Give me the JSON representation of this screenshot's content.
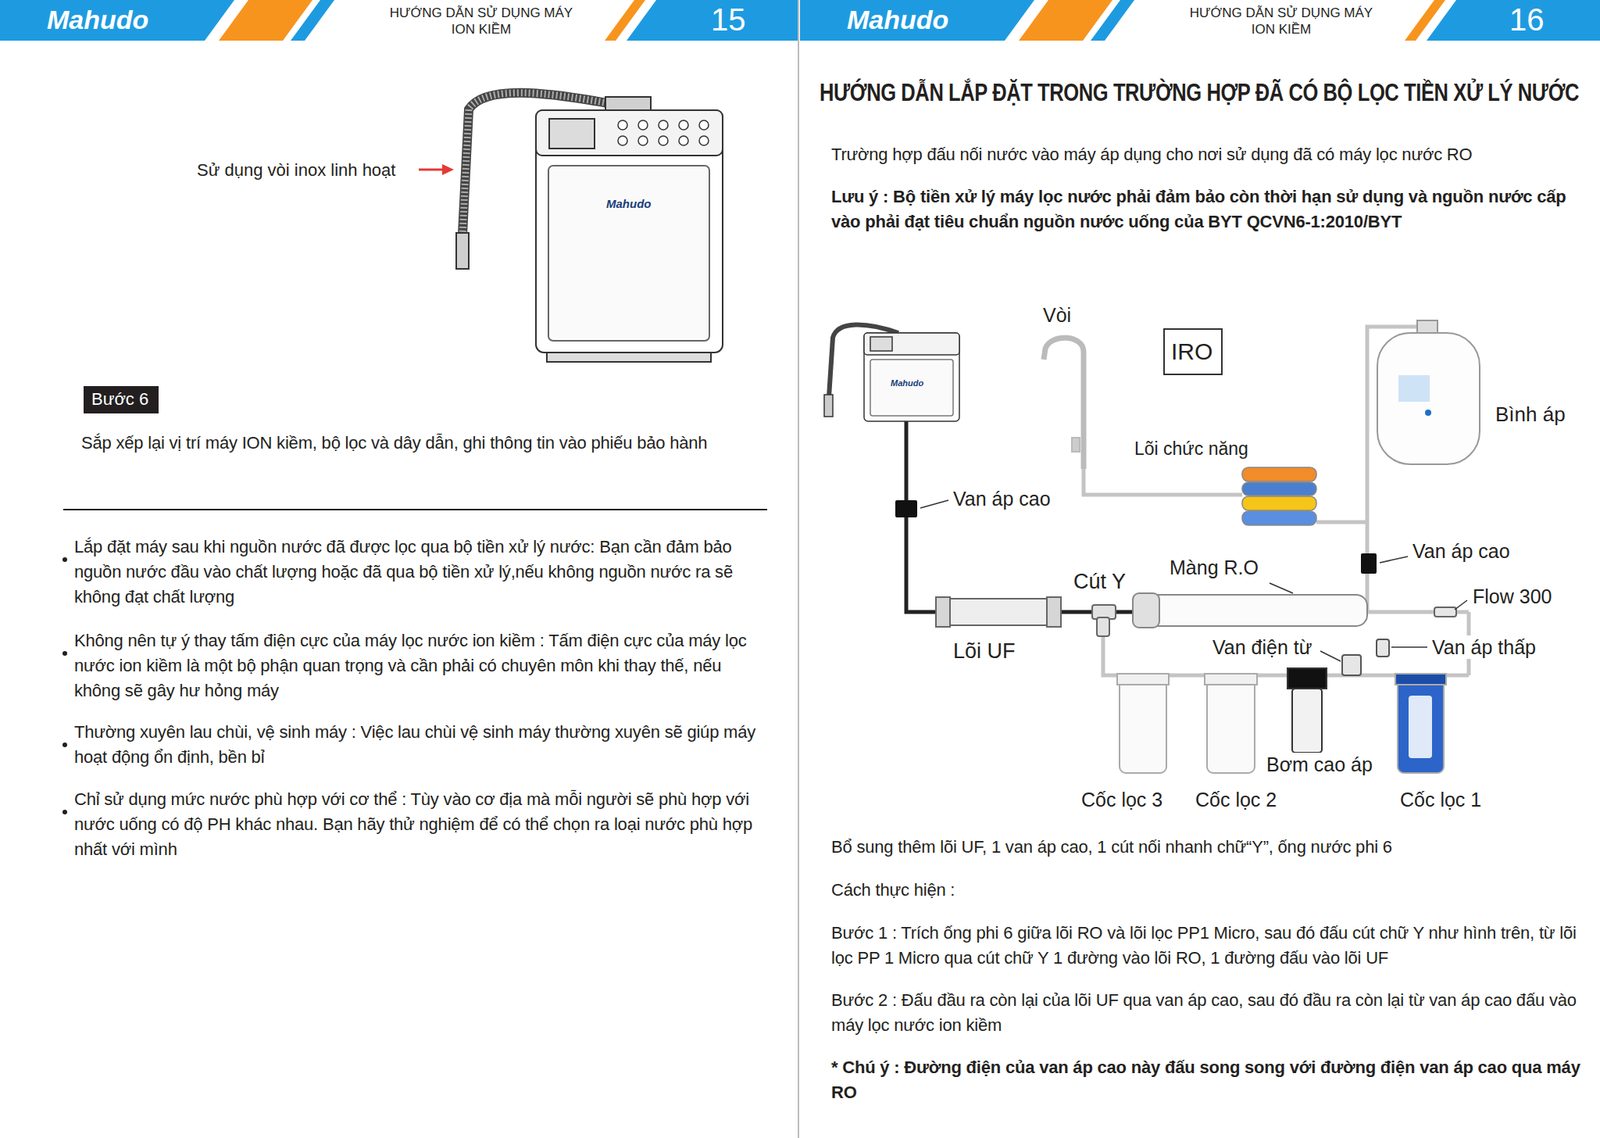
{
  "diagram": {
    "title": "HƯỚNG DẪN LẮP ĐẶT TRONG TRƯỜNG HỢP ĐÃ CÓ BỘ LỌC TIỀN XỬ LÝ NƯỚC",
    "nodes": [
      {
        "text": [
          "Bước 6"
        ]
      },
      {
        "text": [
          "IRO"
        ]
      }
    ],
    "labels": [
      "Mahudo",
      "HƯỚNG DẪN SỬ DỤNG MÁY ION KIỀM",
      "15",
      "Mahudo",
      "HƯỚNG DẪN SỬ DỤNG MÁY ION KIỀM",
      "16",
      "Mahudo",
      "Sử dụng vòi inox linh hoạt",
      "Sắp xếp lại vị trí máy ION kiềm, bộ lọc và dây dẫn, ghi thông tin vào phiếu bảo hành",
      "Lắp đặt máy sau khi nguồn nước đã được lọc qua bộ tiền xử lý nước: Bạn cần đảm bảo nguồn nước đầu vào chất lượng hoặc đã qua bộ tiền xử lý,nếu không nguồn nước ra sẽ không đạt chất lượng",
      "Không nên tự ý thay tấm điện cực của máy lọc nước ion kiềm : Tấm điện cực của máy lọc nước ion kiềm là một bộ phận quan trọng và cần phải có chuyên môn khi thay thế, nếu không sẽ gây hư hỏng máy",
      "Thường xuyên lau chùi, vệ sinh máy : Việc lau chùi vệ sinh máy thường xuyên sẽ giúp máy hoạt động ổn định, bền bỉ",
      "Chỉ sử dụng mức nước phù hợp với cơ thể : Tùy vào cơ địa mà mỗi người sẽ phù hợp với nước uống có độ PH khác nhau. Bạn hãy thử nghiệm để có thể chọn ra loại nước phù hợp nhất với mình",
      "Trường hợp đấu nối nước vào máy áp dụng cho nơi sử dụng đã có máy lọc nước RO",
      "Lưu ý : Bộ tiền xử lý máy lọc nước phải đảm bảo còn thời hạn sử dụng và nguồn nước cấp vào phải đạt tiêu chuẩn nguồn nước uống của BYT QCVN6-1:2010/BYT",
      "Vòi",
      "Mahudo",
      "Lõi chức năng",
      "Bình áp",
      "Van áp cao",
      "Van áp cao",
      "Màng R.O",
      "Cút Y",
      "Flow 300",
      "Lõi UF",
      "Van điện từ",
      "Van áp thấp",
      "Bơm cao áp",
      "Cốc lọc 3",
      "Cốc lọc 2",
      "Cốc lọc 1",
      "Bổ sung thêm lõi UF, 1 van áp cao, 1 cút nối nhanh chữ“Y”, ống nước phi 6",
      "Cách thực hiện :",
      "Bước 1 : Trích ống phi 6 giữa lõi RO và lõi lọc PP1 Micro, sau đó đấu cút chữ Y như hình trên, từ lõi lọc PP 1 Micro qua cút chữ Y 1 đường vào lõi RO, 1 đường đấu vào lõi UF",
      "Bước 2 : Đấu đầu ra còn lại của lõi UF qua van áp cao, sau đó đầu ra còn lại từ van áp cao đấu vào máy lọc nước ion kiềm",
      "* Chú ý : Đường điện của van áp cao này đấu song song với đường điện van áp cao qua máy RO"
    ]
  }
}
